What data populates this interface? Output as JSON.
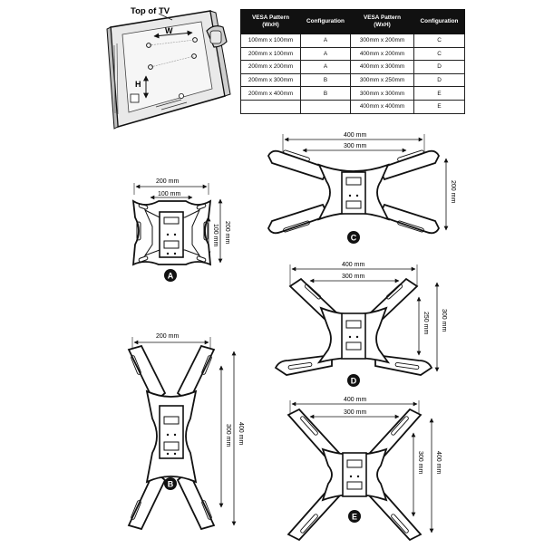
{
  "tv_diagram": {
    "title": "Top of TV",
    "width_label": "W",
    "height_label": "H"
  },
  "vesa_table": {
    "headers": [
      {
        "line1": "VESA Pattern",
        "line2": "(WxH)"
      },
      {
        "line1": "Configuration",
        "line2": ""
      },
      {
        "line1": "VESA Pattern",
        "line2": "(WxH)"
      },
      {
        "line1": "Configuration",
        "line2": ""
      }
    ],
    "rows": [
      [
        "100mm x 100mm",
        "A",
        "300mm x 200mm",
        "C"
      ],
      [
        "200mm x 100mm",
        "A",
        "400mm x 200mm",
        "C"
      ],
      [
        "200mm x 200mm",
        "A",
        "400mm x 300mm",
        "D"
      ],
      [
        "200mm x 300mm",
        "B",
        "300mm x 250mm",
        "D"
      ],
      [
        "200mm x 400mm",
        "B",
        "300mm x 300mm",
        "E"
      ],
      [
        "",
        "",
        "400mm x 400mm",
        "E"
      ]
    ]
  },
  "configs": {
    "a": {
      "label": "A",
      "width_outer": "200 mm",
      "width_inner": "100 mm",
      "height_inner": "100 mm",
      "height_outer": "200 mm"
    },
    "b": {
      "label": "B",
      "width": "200 mm",
      "height_inner": "300 mm",
      "height_outer": "400 mm"
    },
    "c": {
      "label": "C",
      "width_outer": "400 mm",
      "width_inner": "300 mm",
      "height": "200 mm"
    },
    "d": {
      "label": "D",
      "width_outer": "400 mm",
      "width_inner": "300 mm",
      "height_inner": "250 mm",
      "height_outer": "300 mm"
    },
    "e": {
      "label": "E",
      "width_outer": "400 mm",
      "width_inner": "300 mm",
      "height_inner": "300 mm",
      "height_outer": "400 mm"
    }
  }
}
